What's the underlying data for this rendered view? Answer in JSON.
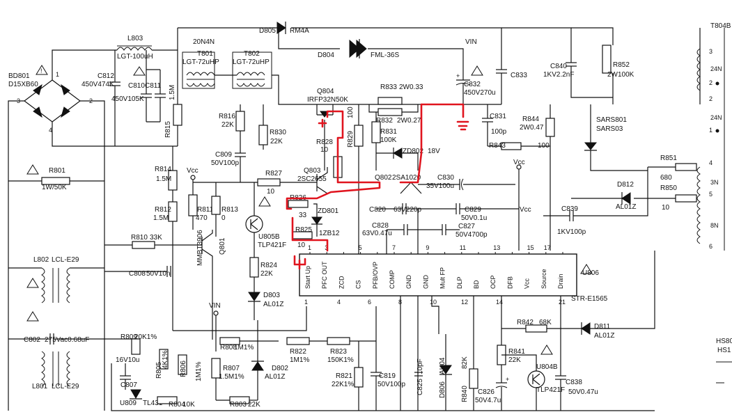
{
  "colors": {
    "ink": "#111111",
    "markup": "#e0141e",
    "paper": "#ffffff"
  },
  "labels": {
    "D805": "D805",
    "RM4A": "RM4A",
    "D804": "D804",
    "FML36S": "FML-36S",
    "VIN_top": "VIN",
    "T804B": "T804B",
    "L803": "L803",
    "LGT100": "LGT-100uH",
    "N20N4": "20N4N",
    "T801": "T801",
    "T801v": "LGT-72uHP",
    "T802": "T802",
    "T802v": "LGT-72uHP",
    "BD801": "BD801",
    "D15XB60": "D15XB60",
    "C812": "C812",
    "C812v": "450V474K",
    "C810": "C810",
    "C811": "C811",
    "C810v": "450V105K",
    "R815": "R815",
    "R815v": "1.5M",
    "Q804": "Q804",
    "Q804v": "IRFP32N50K",
    "R833": "R833",
    "R833v": "2W0.33",
    "R832": "R832",
    "R832v": "2W0.27",
    "R831": "R831",
    "R831v": "100K",
    "R829": "R829",
    "R829v": "100",
    "R828": "R828",
    "R828v": "10",
    "C832": "C832",
    "C832v": "450V270u",
    "C833": "C833",
    "C840": "C840",
    "C840v": "1KV2.2nF",
    "R852": "R852",
    "R852v": "2W100K",
    "C831": "C831",
    "C831v": "100p",
    "R844": "R844",
    "R844v": "2W0.47",
    "R843": "R843",
    "R843v": "100",
    "SARS801": "SARS801",
    "SARS03": "SARS03",
    "R816": "R816",
    "R816v": "22K",
    "R830": "R830",
    "R830v": "22K",
    "C809": "C809",
    "C809v": "50V100p",
    "ZD802": "ZD802",
    "ZD802v": "18V",
    "Q802": "Q802",
    "Q802v": "2SA1020",
    "R801": "R801",
    "R801v": "1W/50K",
    "R814": "R814",
    "R814v": "1.5M",
    "Vcc_a": "Vcc",
    "R827": "R827",
    "R827v": "10",
    "Q803": "Q803",
    "Q803v": "2SC2655",
    "C830": "C830",
    "C830v": "35V100u",
    "Vcc_b": "Vcc",
    "R851": "R851",
    "R851v": "680",
    "R850": "R850",
    "R850v": "10",
    "D812": "D812",
    "D812v": "AL01Z",
    "R826": "R826",
    "R826v": "33",
    "ZD801": "ZD801",
    "ZD801v": "1ZB12",
    "C820": "C820",
    "C820v": "63V220p",
    "C829": "C829",
    "C829v": "50V0.1u",
    "Vcc_c": "Vcc",
    "C839": "C839",
    "C839v": "1KV100p",
    "R812": "R812",
    "R812v": "1.5M",
    "R811": "R811",
    "R811v": "470",
    "R813": "R813",
    "R813v": "0",
    "U805B": "U805B",
    "U805Bv": "TLP421F",
    "R825": "R825",
    "R825v": "10",
    "C828": "C828",
    "C828v": "63V0.47u",
    "C827": "C827",
    "C827v": "50V4700p",
    "R810": "R810",
    "R810v": "33K",
    "Q801": "Q801",
    "Q801v": "MMBT3906",
    "C808": "C808",
    "C808v": "50V10n",
    "R824": "R824",
    "R824v": "22K",
    "D803": "D803",
    "D803v": "AL01Z",
    "L802": "L802",
    "L802v": "LCL-E29",
    "C802": "C802",
    "C802v": "275Vac0.68uF",
    "L801": "L801",
    "L801v": "LCL-E29",
    "VIN_bot": "VIN",
    "R809": "R809",
    "R809v": "20K1%",
    "R808": "R808",
    "R808v": "1M1%",
    "R822": "R822",
    "R822v": "1M1%",
    "R823": "R823",
    "R823v": "150K1%",
    "R805": "R805",
    "R805v": "4K1%",
    "R806": "R806",
    "R806v": "1M1%",
    "C807": "C807",
    "C807v": "16V10u",
    "R807": "R807",
    "R807v": "1.5M1%",
    "D802": "D802",
    "D802v": "AL01Z",
    "R821": "R821",
    "R821v": "22K1%",
    "C819": "C819",
    "C819v": "50V100p",
    "C825": "C825",
    "C825v": "10pF",
    "D806": "D806",
    "D806v": "AK04",
    "R840": "R840",
    "R840v": "82K",
    "R841": "R841",
    "R841v": "22K",
    "C826": "C826",
    "C826v": "50V4.7u",
    "U804B": "U804B",
    "U804Bv": "TLP421F",
    "C838": "C838",
    "C838v": "50V0.47u",
    "R842": "R842",
    "R842v": "68K",
    "D811": "D811",
    "D811v": "AL01Z",
    "U809": "U809",
    "U809v": "TL431",
    "R804": "R804",
    "R804v": "10K",
    "R803": "R803",
    "R803v": "22K",
    "U806": "U806",
    "U806v": "STR-E1565",
    "HS80": "HS80",
    "HS1": "HS1",
    "t24N_a": "24N",
    "t24N_b": "24N",
    "t3N": "3N",
    "t8N": "8N"
  },
  "ic": {
    "pins_top": [
      {
        "num": "1",
        "name": "Start Up"
      },
      {
        "num": "3",
        "name": "PFC OUT"
      },
      {
        "num": "",
        "name": "ZCD"
      },
      {
        "num": "5",
        "name": "CS"
      },
      {
        "num": "",
        "name": "PFB/OVP"
      },
      {
        "num": "7",
        "name": "COMP"
      },
      {
        "num": "",
        "name": "GND"
      },
      {
        "num": "9",
        "name": "GND"
      },
      {
        "num": "",
        "name": "Mult FP"
      },
      {
        "num": "11",
        "name": "DLP"
      },
      {
        "num": "",
        "name": "BD"
      },
      {
        "num": "13",
        "name": "OCP"
      },
      {
        "num": "",
        "name": "DFB"
      },
      {
        "num": "15",
        "name": "Vcc"
      },
      {
        "num": "17",
        "name": "Source"
      },
      {
        "num": "",
        "name": "Drain"
      }
    ],
    "pins_bottom": [
      "1",
      "4",
      "6",
      "8",
      "10",
      "12",
      "14",
      "21"
    ]
  },
  "transformer_pins": [
    "3",
    "2",
    "2",
    "1",
    "4",
    "5",
    "6"
  ]
}
